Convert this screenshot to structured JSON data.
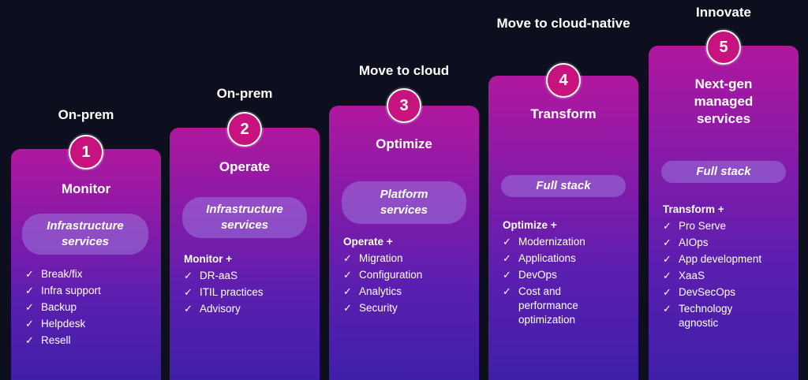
{
  "stages": [
    {
      "phase": "On-prem",
      "number": "1",
      "title": "Monitor",
      "pill": "Infrastructure services",
      "list_head": "",
      "items": [
        "Break/fix",
        "Infra support",
        "Backup",
        "Helpdesk",
        "Resell"
      ]
    },
    {
      "phase": "On-prem",
      "number": "2",
      "title": "Operate",
      "pill": "Infrastructure services",
      "list_head": "Monitor +",
      "items": [
        "DR-aaS",
        "ITIL practices",
        "Advisory"
      ]
    },
    {
      "phase": "Move to cloud",
      "number": "3",
      "title": "Optimize",
      "pill": "Platform services",
      "list_head": "Operate +",
      "items": [
        "Migration",
        "Configuration",
        "Analytics",
        "Security"
      ]
    },
    {
      "phase": "Move to cloud-native",
      "number": "4",
      "title": "Transform",
      "pill": "Full stack",
      "list_head": "Optimize +",
      "items": [
        "Modernization",
        "Applications",
        "DevOps",
        "Cost and performance optimization"
      ]
    },
    {
      "phase": "Innovate",
      "number": "5",
      "title": "Next-gen managed services",
      "pill": "Full stack",
      "list_head": "Transform +",
      "items": [
        "Pro Serve",
        "AIOps",
        "App development",
        "XaaS",
        "DevSecOps",
        "Technology agnostic"
      ]
    }
  ],
  "icons": {
    "check": "check-icon"
  },
  "colors": {
    "background": "#0e0f1e",
    "badge": "#c8137e"
  }
}
